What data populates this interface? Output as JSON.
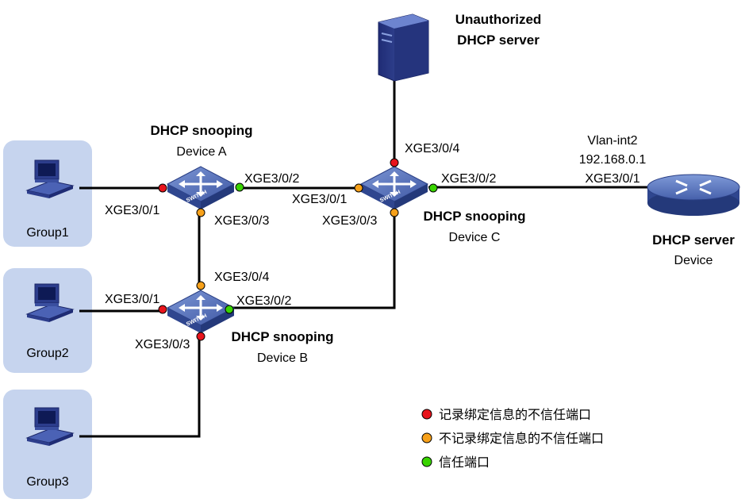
{
  "server_unauth": {
    "line1": "Unauthorized",
    "line2": "DHCP server"
  },
  "device_a": {
    "role": "DHCP snooping",
    "name": "Device A"
  },
  "device_b": {
    "role": "DHCP snooping",
    "name": "Device B"
  },
  "device_c": {
    "role": "DHCP snooping",
    "name": "Device C"
  },
  "dhcp_server": {
    "role": "DHCP server",
    "name": "Device",
    "vlan": "Vlan-int2",
    "ip": "192.168.0.1",
    "port": "XGE3/0/1"
  },
  "groups": [
    "Group1",
    "Group2",
    "Group3"
  ],
  "switch_badge": "SWITCH",
  "ports": {
    "a_p1": "XGE3/0/1",
    "a_p2": "XGE3/0/2",
    "a_p3": "XGE3/0/3",
    "b_p1": "XGE3/0/1",
    "b_p2": "XGE3/0/2",
    "b_p3": "XGE3/0/3",
    "b_p4": "XGE3/0/4",
    "c_p1": "XGE3/0/1",
    "c_p2": "XGE3/0/2",
    "c_p3": "XGE3/0/3",
    "c_p4": "XGE3/0/4"
  },
  "legend": {
    "red": "记录绑定信息的不信任端口",
    "orange": "不记录绑定信息的不信任端口",
    "green": "信任端口"
  },
  "colors": {
    "red": "#e8141c",
    "orange": "#f7a11a",
    "green": "#39d400",
    "group_bg": "#c6d4ee",
    "switch": "#4a64ad",
    "server": "#2f3f8f"
  }
}
